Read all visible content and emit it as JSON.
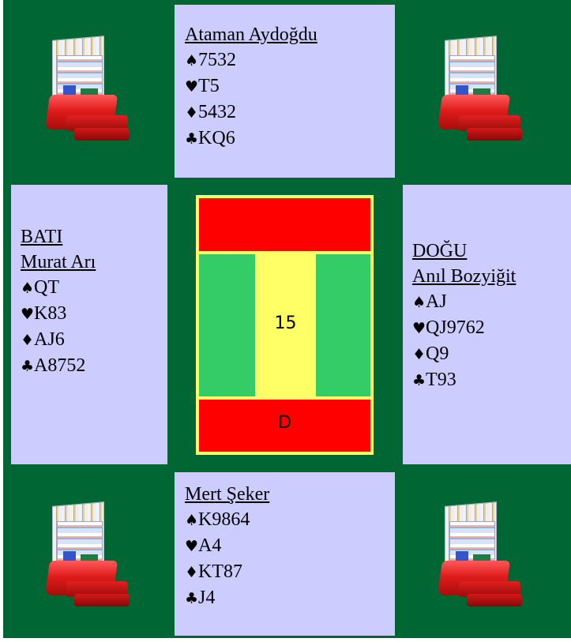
{
  "north": {
    "name": "Ataman Aydoğdu",
    "spades": "7532",
    "hearts": "T5",
    "diamonds": "5432",
    "clubs": "KQ6"
  },
  "west": {
    "direction": "BATI",
    "name": "Murat Arı",
    "spades": "QT",
    "hearts": "K83",
    "diamonds": "AJ6",
    "clubs": "A8752"
  },
  "east": {
    "direction": "DOĞU",
    "name": "Anıl Bozyiğit",
    "spades": "AJ",
    "hearts": "QJ9762",
    "diamonds": "Q9",
    "clubs": "T93"
  },
  "south": {
    "name": "Mert Şeker",
    "spades": "K9864",
    "hearts": "A4",
    "diamonds": "KT87",
    "clubs": "J4"
  },
  "suits": {
    "spade": "♠",
    "heart": "♥",
    "diamond": "♦",
    "club": "♣"
  },
  "board": {
    "number": "15",
    "dealer": "D"
  },
  "colors": {
    "table": "#006633",
    "panel": "#ccccff",
    "vulnerable": "#ff0000",
    "not_vulnerable": "#33cc66",
    "board_center": "#ffff66"
  },
  "icons": {
    "bidding_box": "bidding-box-icon"
  }
}
